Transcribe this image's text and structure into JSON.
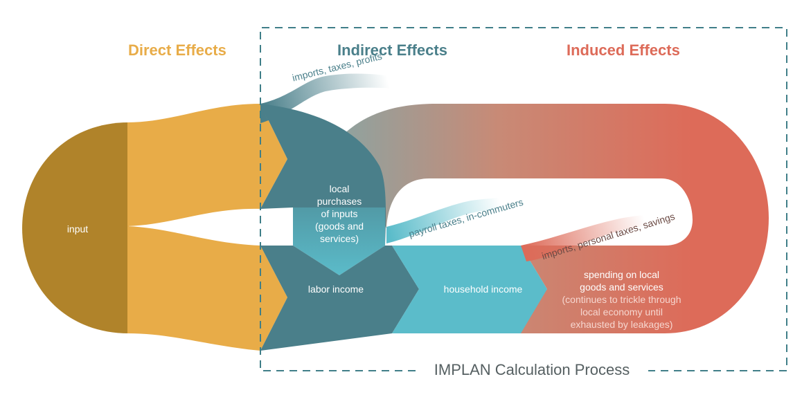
{
  "headers": {
    "direct": "Direct Effects",
    "indirect": "Indirect Effects",
    "induced": "Induced Effects"
  },
  "labels": {
    "input": "input",
    "local_purchases": "local\npurchases\nof inputs\n(goods and\nservices)",
    "labor_income": "labor income",
    "household_income": "household income",
    "spending_title": "spending on local\ngoods and services",
    "spending_note": "(continues to trickle through\nlocal economy until\nexhausted by leakages)"
  },
  "leakages": {
    "imports_taxes_profits": "imports, taxes, profits",
    "payroll_taxes": "payroll taxes, in-commuters",
    "imports_personal": "imports, personal taxes, savings"
  },
  "footer": {
    "process_label": "IMPLAN Calculation Process"
  },
  "colors": {
    "input": "#b0832a",
    "direct": "#e8ac48",
    "indirect": "#4a7f8a",
    "household": "#5bbcca",
    "induced": "#dd6b59",
    "dashed_border": "#3f7e88"
  }
}
